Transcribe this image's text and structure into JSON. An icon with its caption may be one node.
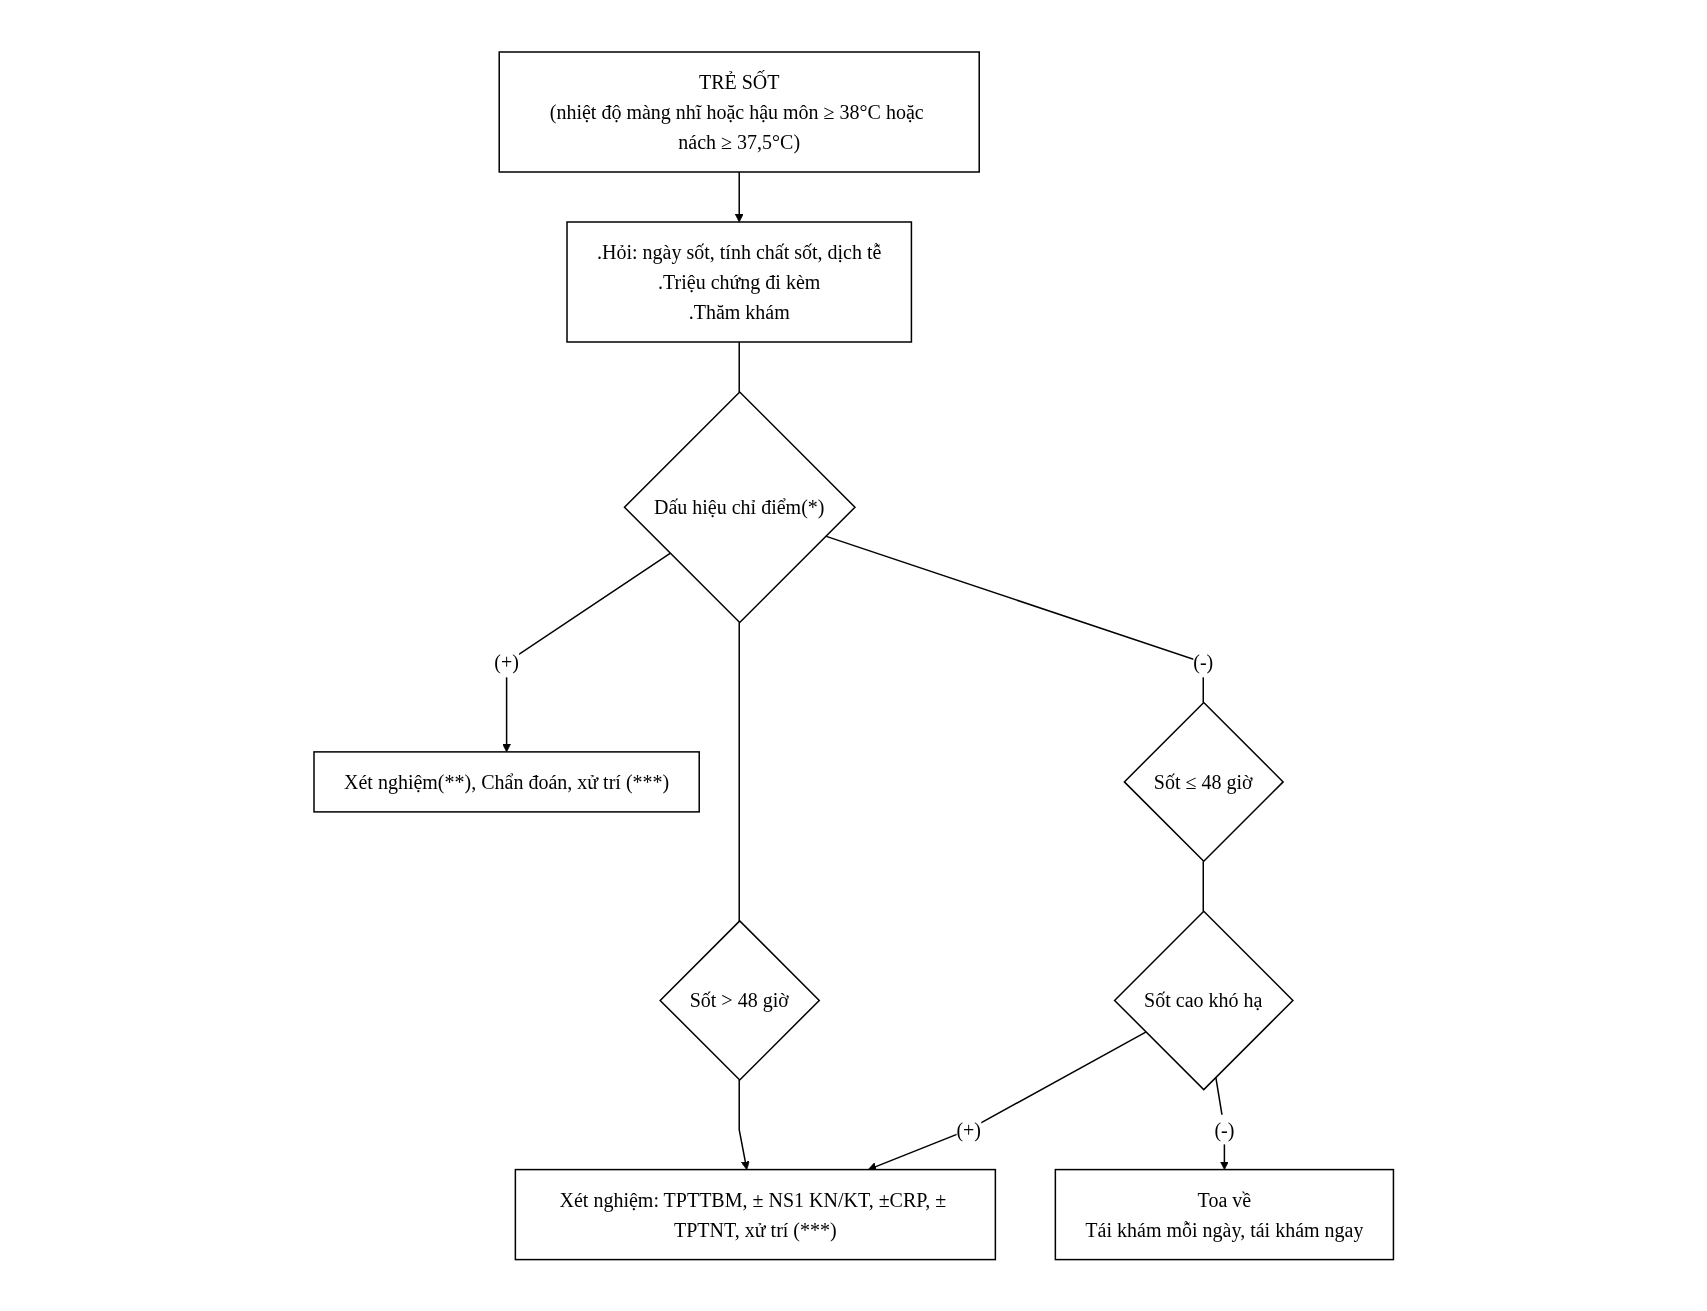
{
  "diagram": {
    "nodes": [
      {
        "text": [
          "TRẺ SỐT",
          "(nhiệt độ màng nhĩ hoặc hậu môn ≥ 38°C hoặc nách ≥ 37,5°C)"
        ]
      },
      {
        "text": [
          ".Hỏi: ngày sốt, tính chất sốt, dịch tễ",
          ".Triệu chứng đi kèm",
          ".Thăm khám"
        ]
      },
      {
        "text": [
          "Dấu hiệu chỉ điểm(*)"
        ]
      },
      {
        "text": [
          "Xét nghiệm(**), Chẩn đoán, xử trí (***)"
        ]
      },
      {
        "text": [
          "Sốt ≤ 48 giờ"
        ]
      },
      {
        "text": [
          "Sốt > 48 giờ"
        ]
      },
      {
        "text": [
          "Sốt cao khó hạ"
        ]
      },
      {
        "text": [
          "Xét nghiệm: TPTTBM, ± NS1 KN/KT, ±CRP, ± TPTNT, xử trí (***)"
        ]
      },
      {
        "text": [
          "Toa về",
          "Tái khám mỗi ngày, tái khám ngay"
        ]
      }
    ],
    "edges": [
      {
        "from": 0,
        "to": 1,
        "arrow": "to"
      },
      {
        "from": 1,
        "to": 2,
        "arrow": "none"
      },
      {
        "from": 2,
        "to": 3,
        "arrow": "to",
        "label": "(+)"
      },
      {
        "from": 2,
        "to": 4,
        "arrow": "none",
        "label": "(-)"
      },
      {
        "from": 2,
        "to": 5,
        "arrow": "none"
      },
      {
        "from": 4,
        "to": 6,
        "arrow": "none"
      },
      {
        "from": 6,
        "to": 7,
        "arrow": "to",
        "label": "(+)"
      },
      {
        "from": 6,
        "to": 8,
        "arrow": "to",
        "label": "(-)"
      },
      {
        "from": 5,
        "to": 7,
        "arrow": "to"
      }
    ]
  }
}
